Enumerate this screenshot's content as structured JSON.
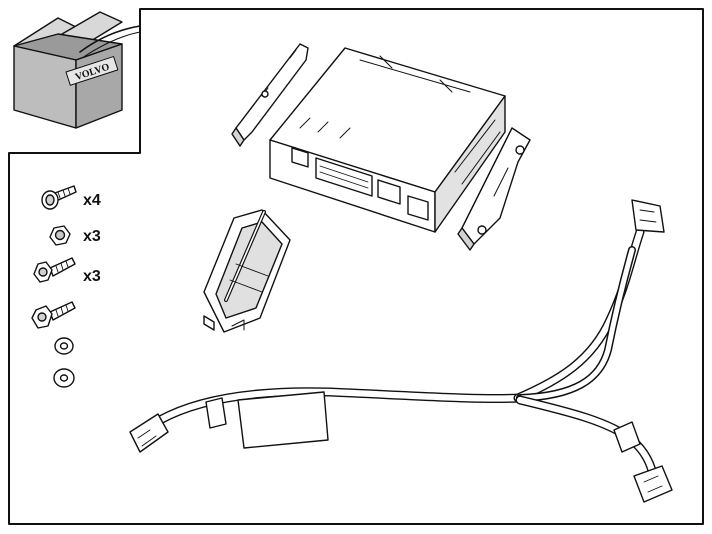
{
  "box_brand": "VOLVO",
  "quantities": [
    {
      "id": "bolt-a",
      "label": "x4"
    },
    {
      "id": "nut",
      "label": "x3"
    },
    {
      "id": "bolt-b",
      "label": "x3"
    }
  ],
  "colors": {
    "stroke": "#111111",
    "box_fill": "#bdbdbd",
    "box_dark": "#8c8c8c",
    "part_fill": "#ffffff",
    "part_shade": "#d4d4d4"
  }
}
